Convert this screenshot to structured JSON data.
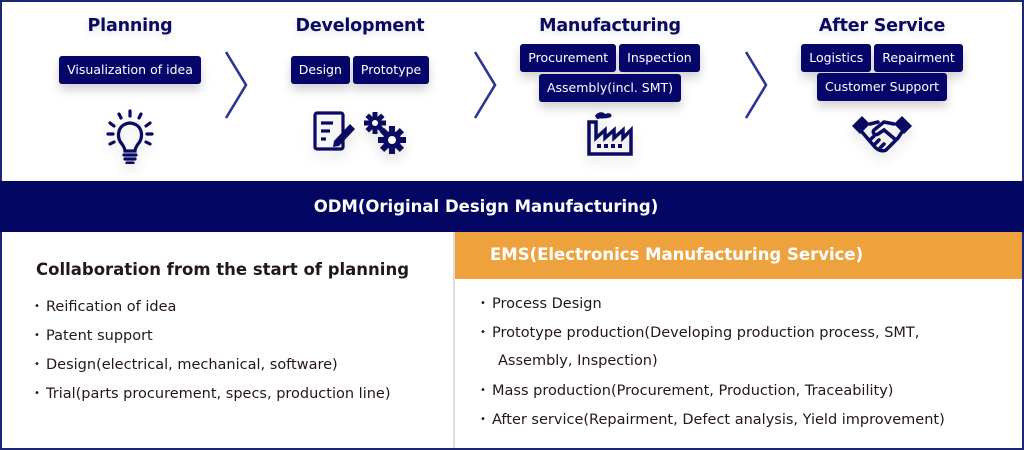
{
  "colors": {
    "navy": "#030763",
    "tag_bg": "#06066a",
    "orange": "#eea23e",
    "text_dark": "#231815",
    "chevron": "#2a3590"
  },
  "stages": [
    {
      "title": "Planning",
      "icon": "lightbulb-icon",
      "tag_rows": [
        [
          "Visualization of idea"
        ]
      ]
    },
    {
      "title": "Development",
      "icon": "document-edit-gears-icon",
      "tag_rows": [
        [
          "Design",
          "Prototype"
        ]
      ]
    },
    {
      "title": "Manufacturing",
      "icon": "factory-icon",
      "tag_rows": [
        [
          "Procurement",
          "Inspection"
        ],
        [
          "Assembly(incl. SMT)"
        ]
      ]
    },
    {
      "title": "After Service",
      "icon": "handshake-icon",
      "tag_rows": [
        [
          "Logistics",
          "Repairment"
        ],
        [
          "Customer Support"
        ]
      ]
    }
  ],
  "odm": {
    "label": "ODM(Original Design Manufacturing)"
  },
  "left_panel": {
    "title": "Collaboration from the start of planning",
    "bullet": "•",
    "items": [
      "Reification of idea",
      "Patent support",
      "Design(electrical, mechanical, software)",
      "Trial(parts procurement, specs, production line)"
    ]
  },
  "ems": {
    "label": "EMS(Electronics Manufacturing Service)",
    "bullet": "•",
    "items": [
      "Process Design",
      "Prototype production(Developing production process, SMT,",
      "Assembly, Inspection)",
      "Mass production(Procurement, Production, Traceability)",
      "After service(Repairment, Defect analysis, Yield improvement)"
    ]
  }
}
